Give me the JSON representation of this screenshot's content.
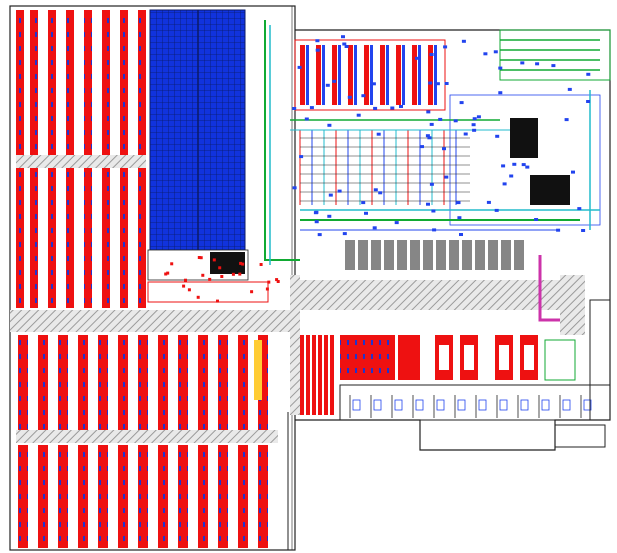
{
  "drawing": {
    "type": "warehouse-floor-plan-cad",
    "colors": {
      "background": "#ffffff",
      "rack": "#ee1111",
      "rack_marks": "#2233cc",
      "storage_grid": "#1133dd",
      "storage_grid_lines": "#0a1a66",
      "aisle_hatch": "#9a9a9a",
      "wall": "#222222",
      "conveyor_green": "#11aa33",
      "conveyor_cyan": "#22bbcc",
      "annotation_blue": "#2244ee",
      "equipment_black": "#111111",
      "dock_magenta": "#cc33aa"
    },
    "icons": [
      "rack-row",
      "hatched-aisle",
      "conveyor-line",
      "dock-door",
      "office-room",
      "column-grid",
      "annotation-tag"
    ]
  }
}
